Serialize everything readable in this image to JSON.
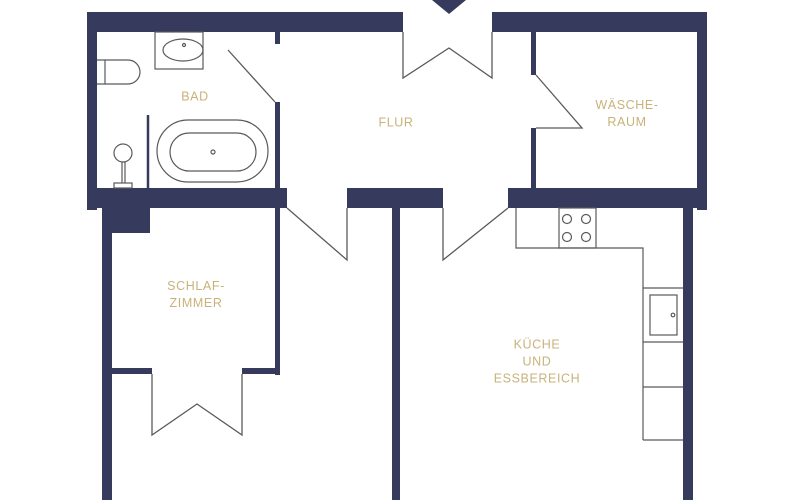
{
  "colors": {
    "wall": "#363a5c",
    "fixture_line": "#5a5a5a",
    "label": "#c9b27a",
    "background": "#ffffff"
  },
  "rooms": [
    {
      "id": "bad",
      "lines": [
        "BAD"
      ]
    },
    {
      "id": "flur",
      "lines": [
        "FLUR"
      ]
    },
    {
      "id": "waescheraum",
      "lines": [
        "WÄSCHE-",
        "RAUM"
      ]
    },
    {
      "id": "schlafzimmer",
      "lines": [
        "SCHLAF-",
        "ZIMMER"
      ]
    },
    {
      "id": "kueche",
      "lines": [
        "KÜCHE",
        "UND",
        "ESSBEREICH"
      ]
    }
  ],
  "fixtures": [
    "toilet",
    "sink",
    "bathtub",
    "shower",
    "stove-4-burner",
    "kitchen-sink",
    "counter-cabinets"
  ],
  "entrance_marker": "arrow-down-icon"
}
